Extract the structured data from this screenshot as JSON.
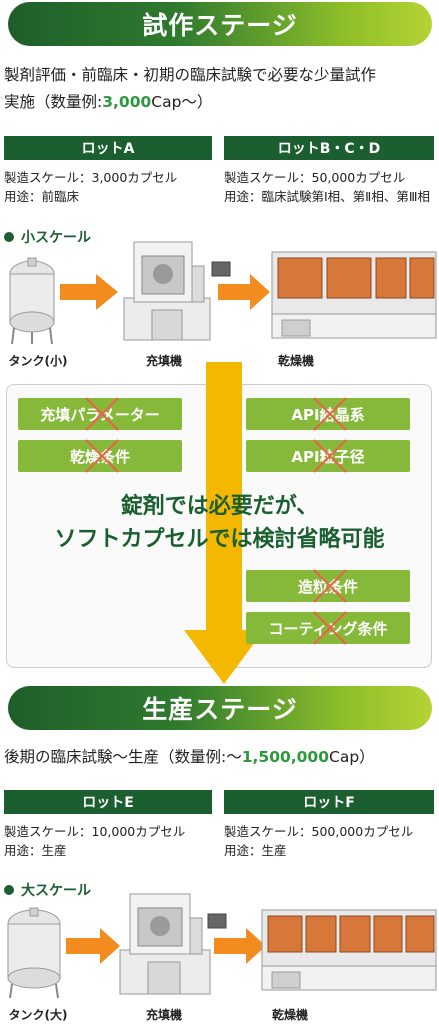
{
  "trial_stage": {
    "title": "試作ステージ",
    "desc_line1": "製剤評価・前臨床・初期の臨床試験で必要な少量試作",
    "desc_line2_prefix": "実施（数量例:",
    "desc_line2_num": "3,000",
    "desc_line2_suffix": "Cap〜）",
    "lots": [
      {
        "header": "ロットA",
        "scale": "製造スケール：3,000カプセル",
        "use": "用途：前臨床"
      },
      {
        "header": "ロットB・C・D",
        "scale": "製造スケール：50,000カプセル",
        "use": "用途：臨床試験第Ⅰ相、第Ⅱ相、第Ⅲ相"
      }
    ],
    "scale_label": "小スケール",
    "equipment": [
      "タンク(小)",
      "充填機",
      "乾燥機"
    ]
  },
  "parameters": {
    "left": [
      "充填パラメーター",
      "乾燥条件"
    ],
    "right_top": [
      "API結晶系",
      "API粒子径"
    ],
    "right_bottom": [
      "造粒条件",
      "コーティング条件"
    ],
    "message_line1": "錠剤では必要だが、",
    "message_line2": "ソフトカプセルでは検討省略可能"
  },
  "production_stage": {
    "title": "生産ステージ",
    "desc_prefix": "後期の臨床試験〜生産（数量例:〜",
    "desc_num": "1,500,000",
    "desc_suffix": "Cap）",
    "lots": [
      {
        "header": "ロットE",
        "scale": "製造スケール：10,000カプセル",
        "use": "用途：生産"
      },
      {
        "header": "ロットF",
        "scale": "製造スケール：500,000カプセル",
        "use": "用途：生産"
      }
    ],
    "scale_label": "大スケール",
    "equipment": [
      "タンク(大)",
      "充填機",
      "乾燥機"
    ]
  },
  "colors": {
    "dark_green": "#1b5f30",
    "accent_green": "#2e9a3e",
    "param_green": "#86b83a",
    "arrow_orange": "#f28c1e",
    "big_arrow_yellow": "#f5b800",
    "cross_red": "#e8634a"
  }
}
